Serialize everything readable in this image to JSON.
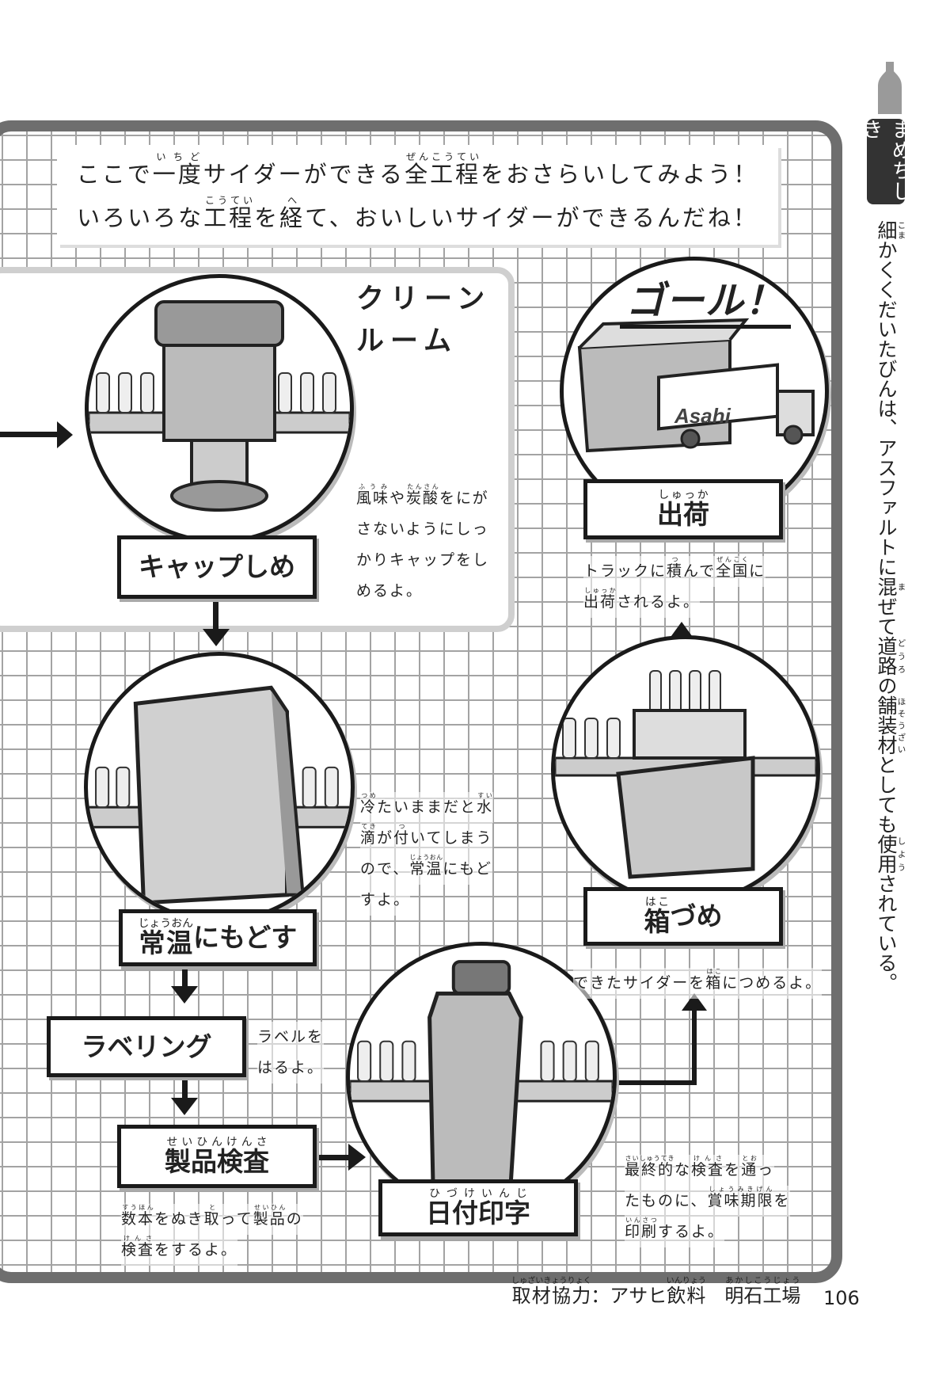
{
  "intro": {
    "line1": [
      [
        "ここで"
      ],
      [
        "一度",
        "いちど"
      ],
      [
        "サイダーができる"
      ],
      [
        "全工程",
        "ぜんこうてい"
      ],
      [
        "をおさらいしてみよう！"
      ]
    ],
    "line2": [
      [
        "いろいろな"
      ],
      [
        "工程",
        "こうてい"
      ],
      [
        "を"
      ],
      [
        "経",
        "へ"
      ],
      [
        "て、おいしいサイダーができるんだね！"
      ]
    ]
  },
  "clean_room": {
    "line1": "クリーン",
    "line2": "ルーム"
  },
  "steps": {
    "cap": {
      "label": [
        [
          "キャップしめ"
        ]
      ],
      "caption": [
        [
          [
            "風味",
            "ふうみ"
          ],
          [
            "や"
          ],
          [
            "炭酸",
            "たんさん"
          ],
          [
            "をにが"
          ]
        ],
        [
          [
            "さないようにしっ"
          ]
        ],
        [
          [
            "かりキャップをし"
          ]
        ],
        [
          [
            "めるよ。"
          ]
        ]
      ]
    },
    "joon": {
      "label": [
        [
          "常温",
          "じょうおん"
        ],
        [
          "にもどす"
        ]
      ],
      "caption": [
        [
          [
            "冷",
            "つめ"
          ],
          [
            "たいままだと"
          ],
          [
            "水",
            "すい"
          ]
        ],
        [
          [
            "滴",
            "てき"
          ],
          [
            "が"
          ],
          [
            "付",
            "つ"
          ],
          [
            "いてしまう"
          ]
        ],
        [
          [
            "ので、"
          ],
          [
            "常温",
            "じょうおん"
          ],
          [
            "にもど"
          ]
        ],
        [
          [
            "すよ。"
          ]
        ]
      ]
    },
    "label": {
      "label": [
        [
          "ラベリング"
        ]
      ],
      "caption": [
        [
          [
            "ラベルを"
          ]
        ],
        [
          [
            "はるよ。"
          ]
        ]
      ]
    },
    "inspect": {
      "label": [
        [
          "製品検査",
          "せいひんけんさ"
        ]
      ],
      "caption": [
        [
          [
            "数本",
            "すうほん"
          ],
          [
            "をぬき"
          ],
          [
            "取",
            "と"
          ],
          [
            "って"
          ],
          [
            "製品",
            "せいひん"
          ],
          [
            "の"
          ]
        ],
        [
          [
            "検査",
            "けんさ"
          ],
          [
            "をするよ。"
          ]
        ]
      ]
    },
    "date": {
      "label": [
        [
          "日付印字",
          "ひづけいんじ"
        ]
      ],
      "caption": [
        [
          [
            "最終的",
            "さいしゅうてき"
          ],
          [
            "な"
          ],
          [
            "検査",
            "けんさ"
          ],
          [
            "を"
          ],
          [
            "通",
            "とお"
          ],
          [
            "っ"
          ]
        ],
        [
          [
            "たものに、"
          ],
          [
            "賞味期限",
            "しょうみきげん"
          ],
          [
            "を"
          ]
        ],
        [
          [
            "印刷",
            "いんさつ"
          ],
          [
            "するよ。"
          ]
        ]
      ]
    },
    "box": {
      "label": [
        [
          "箱",
          "はこ"
        ],
        [
          "づめ"
        ]
      ],
      "caption": [
        [
          [
            "できたサイダーを"
          ],
          [
            "箱",
            "はこ"
          ],
          [
            "につめるよ。"
          ]
        ]
      ]
    },
    "ship": {
      "label": [
        [
          "出荷",
          "しゅっか"
        ]
      ],
      "caption": [
        [
          [
            "トラックに"
          ],
          [
            "積",
            "つ"
          ],
          [
            "んで"
          ],
          [
            "全国",
            "ぜんこく"
          ],
          [
            "に"
          ]
        ],
        [
          [
            "出荷",
            "しゅっか"
          ],
          [
            "されるよ。"
          ]
        ]
      ]
    }
  },
  "goal": "ゴール！",
  "truck_logo": "Asahi",
  "sidebar": {
    "tag": "まめちしき",
    "text": [
      [
        "細",
        "こま"
      ],
      [
        "かくくだいたびんは、アスファルトに"
      ],
      [
        "混",
        "ま"
      ],
      [
        "ぜて"
      ],
      [
        "道路",
        "どうろ"
      ],
      [
        "の"
      ],
      [
        "舗装材",
        "ほそうざい"
      ],
      [
        "としても"
      ],
      [
        "使用",
        "しよう"
      ],
      [
        "されている。"
      ]
    ]
  },
  "credit": [
    [
      "取材協力",
      "しゅざいきょうりょく"
    ],
    [
      "：アサヒ"
    ],
    [
      "飲料",
      "いんりょう"
    ],
    [
      "　"
    ],
    [
      "明石工場",
      "あかしこうじょう"
    ]
  ],
  "page_number": "106",
  "colors": {
    "frame": "#6e6e6e",
    "grid": "#a3a3a3",
    "ink": "#1a1a1a"
  }
}
